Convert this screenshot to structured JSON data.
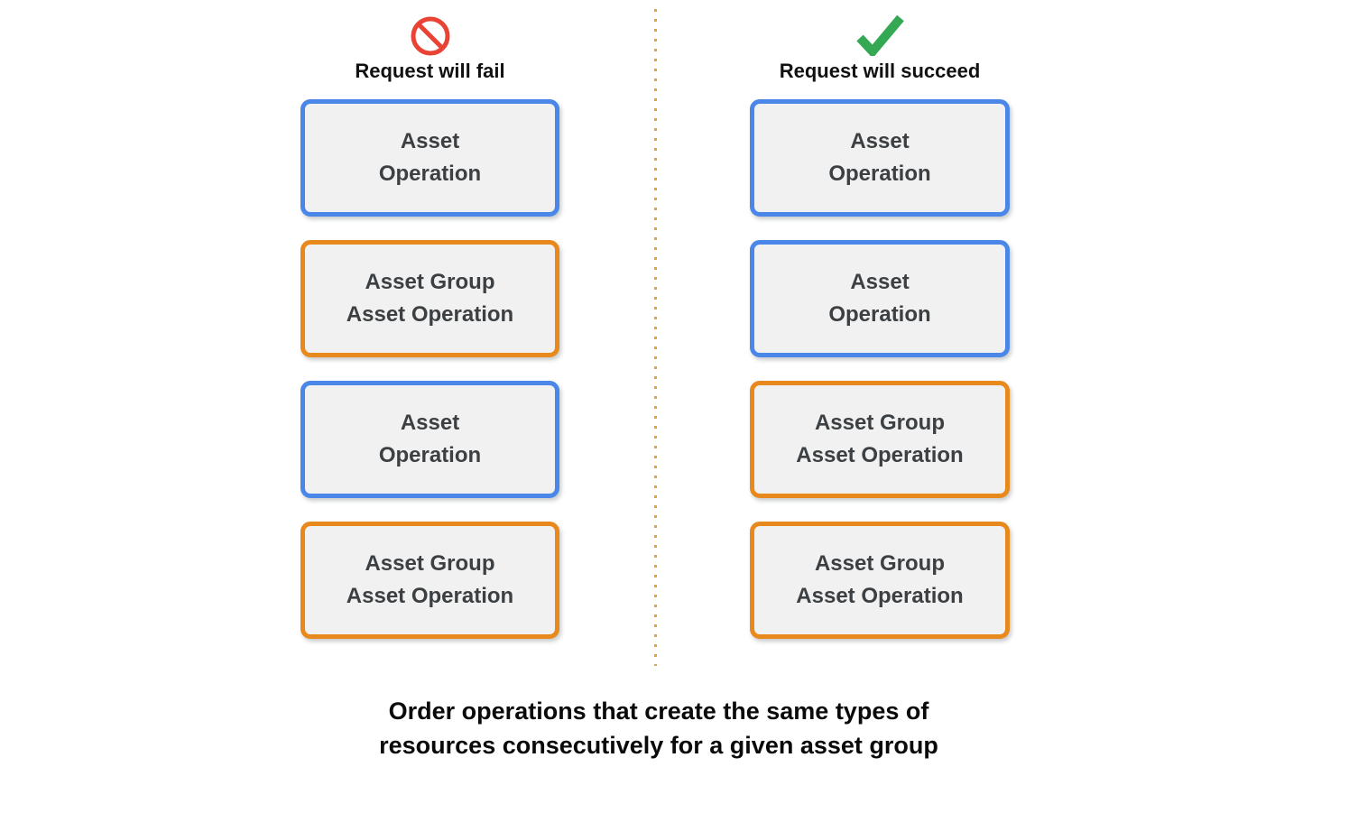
{
  "colors": {
    "blue_border": "#4B87E8",
    "orange_border": "#E8891E",
    "box_background": "#F1F1F1",
    "box_text": "#3C4043",
    "heading_text": "#111111",
    "divider_dots": "#E9A13F",
    "fail_icon_red": "#E94335",
    "success_icon_green": "#34A853"
  },
  "columns": [
    {
      "id": "fail",
      "icon": "prohibition-icon",
      "title": "Request will fail",
      "boxes": [
        {
          "label": "Asset\nOperation",
          "border": "blue"
        },
        {
          "label": "Asset Group\nAsset Operation",
          "border": "orange"
        },
        {
          "label": "Asset\nOperation",
          "border": "blue"
        },
        {
          "label": "Asset Group\nAsset Operation",
          "border": "orange"
        }
      ]
    },
    {
      "id": "succeed",
      "icon": "checkmark-icon",
      "title": "Request will succeed",
      "boxes": [
        {
          "label": "Asset\nOperation",
          "border": "blue"
        },
        {
          "label": "Asset\nOperation",
          "border": "blue"
        },
        {
          "label": "Asset Group\nAsset Operation",
          "border": "orange"
        },
        {
          "label": "Asset Group\nAsset Operation",
          "border": "orange"
        }
      ]
    }
  ],
  "caption": "Order operations that create the same types of\nresources consecutively for a given asset group"
}
